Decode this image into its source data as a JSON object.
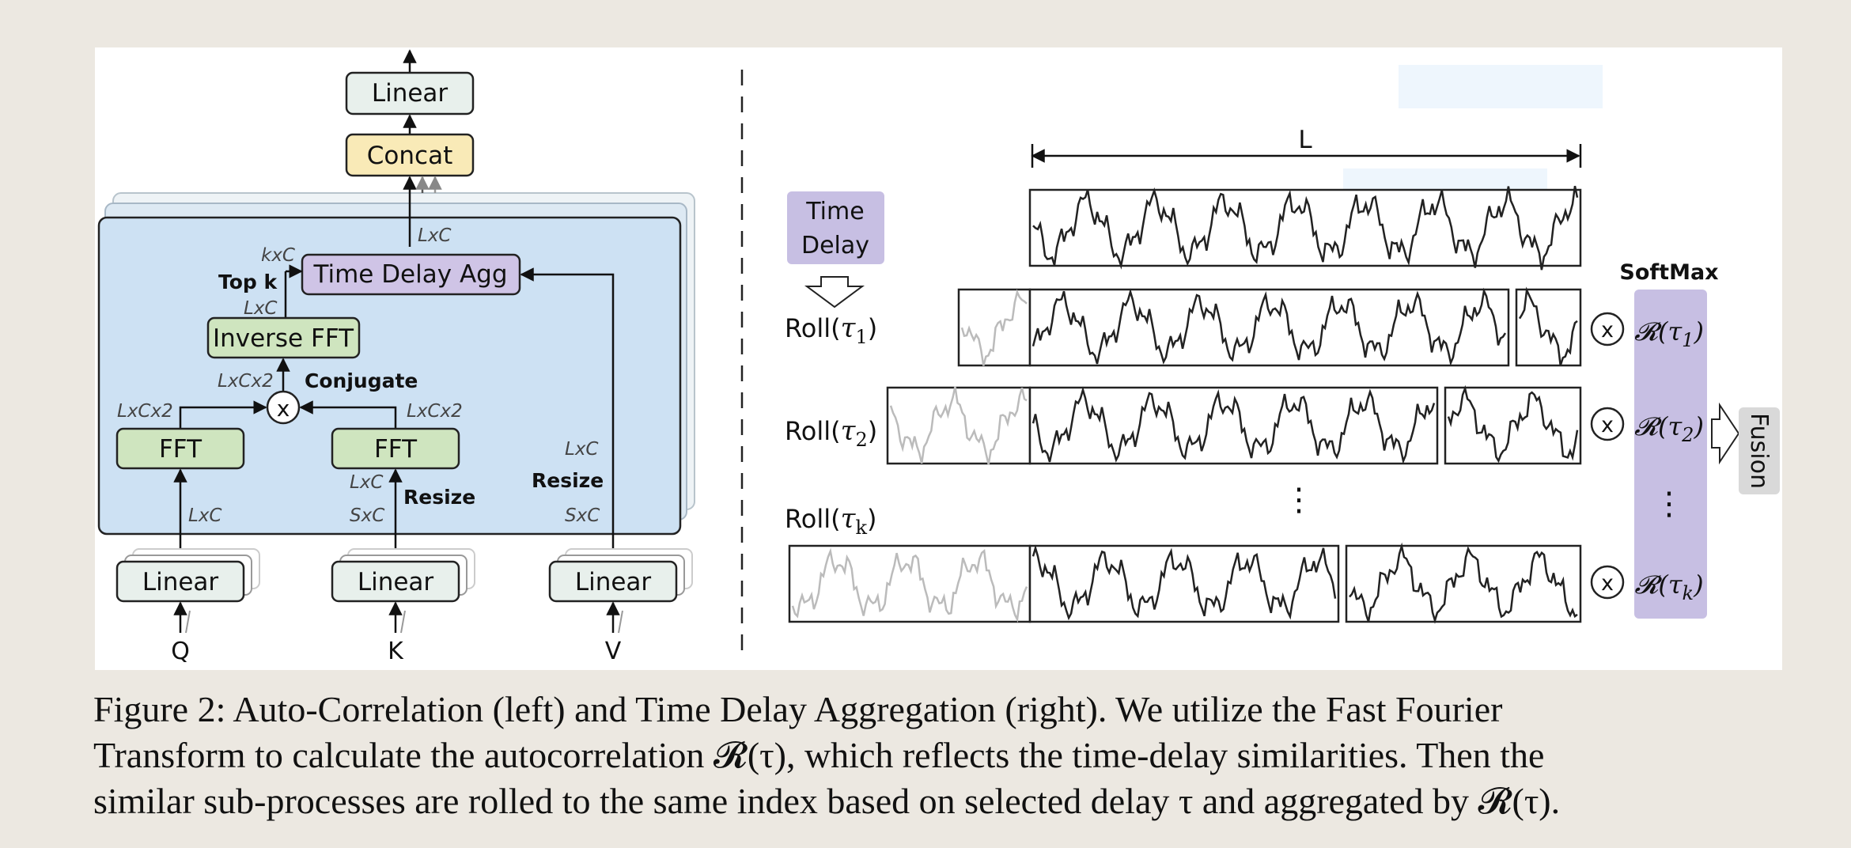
{
  "left": {
    "linear_top": "Linear",
    "concat": "Concat",
    "time_delay_agg": "Time Delay Agg",
    "inverse_fft": "Inverse FFT",
    "fft": "FFT",
    "linear": "Linear",
    "top_k": "Top k",
    "conjugate": "Conjugate",
    "resize": "Resize",
    "dims": {
      "kxc": "kxC",
      "lxc": "LxC",
      "lxcx2": "LxCx2",
      "sxc": "SxC"
    },
    "inputs": [
      "Q",
      "K",
      "V"
    ]
  },
  "right": {
    "length_label": "L",
    "time_delay": [
      "Time",
      "Delay"
    ],
    "roll_prefix": "Roll(",
    "roll_suffix": ")",
    "tau_symbol": "τ",
    "subscripts": [
      "1",
      "2",
      "k"
    ],
    "multiply_symbol": "x",
    "softmax": "SoftMax",
    "r_symbol": "𝓡(",
    "r_close": ")",
    "fusion": "Fusion",
    "ellipsis": "⋮"
  },
  "caption": {
    "line1": "Figure 2: Auto-Correlation (left) and Time Delay Aggregation (right). We utilize the Fast Fourier",
    "line2": "Transform to calculate the autocorrelation 𝓡(τ), which reflects the time-delay similarities. Then the",
    "line3": "similar sub-processes are rolled to the same index based on selected delay τ and aggregated by 𝓡(τ)."
  }
}
